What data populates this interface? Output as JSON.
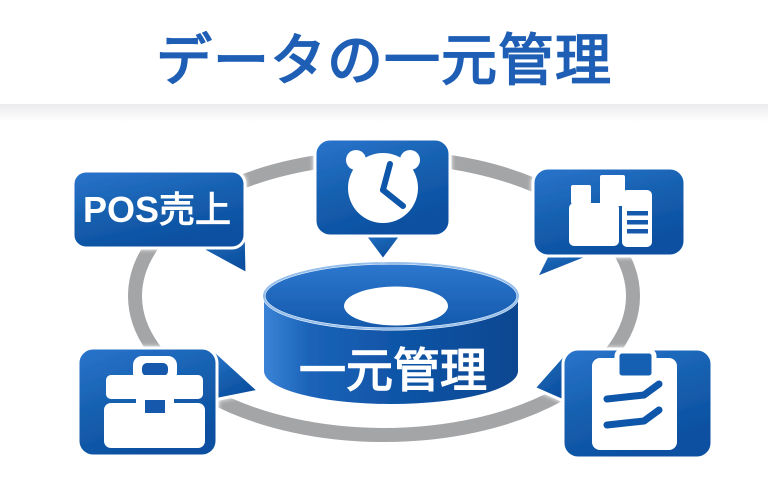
{
  "title": "データの一元管理",
  "colors": {
    "title_blue": "#1e5eb5",
    "bubble_blue": "#1a5fb2",
    "bubble_blue_light": "#2b74cd",
    "bubble_blue_dark": "#0d4fa0",
    "cylinder_highlight": "#3a83d6",
    "cylinder_dark": "#0a4690",
    "icon_stroke_blue": "#1156a9",
    "ring_gray": "#a4a5a7",
    "text_white": "#ffffff"
  },
  "diagram": {
    "center": {
      "label": "一元管理",
      "icon": "database-cylinder-icon"
    },
    "ring": {
      "shape": "ellipse",
      "color": "#a4a5a7"
    },
    "nodes": [
      {
        "id": "pos-sales",
        "label": "POS売上",
        "type": "text-bubble",
        "position": "top-left"
      },
      {
        "id": "time-data",
        "label": "",
        "type": "icon-bubble",
        "icon": "clock-icon",
        "position": "top-center"
      },
      {
        "id": "documents-data",
        "label": "",
        "type": "icon-bubble",
        "icon": "copier-documents-icon",
        "position": "top-right"
      },
      {
        "id": "toolbox-data",
        "label": "",
        "type": "icon-bubble",
        "icon": "toolbox-icon",
        "position": "bottom-left"
      },
      {
        "id": "checklist-data",
        "label": "",
        "type": "icon-bubble",
        "icon": "clipboard-checklist-icon",
        "position": "bottom-right"
      }
    ]
  }
}
